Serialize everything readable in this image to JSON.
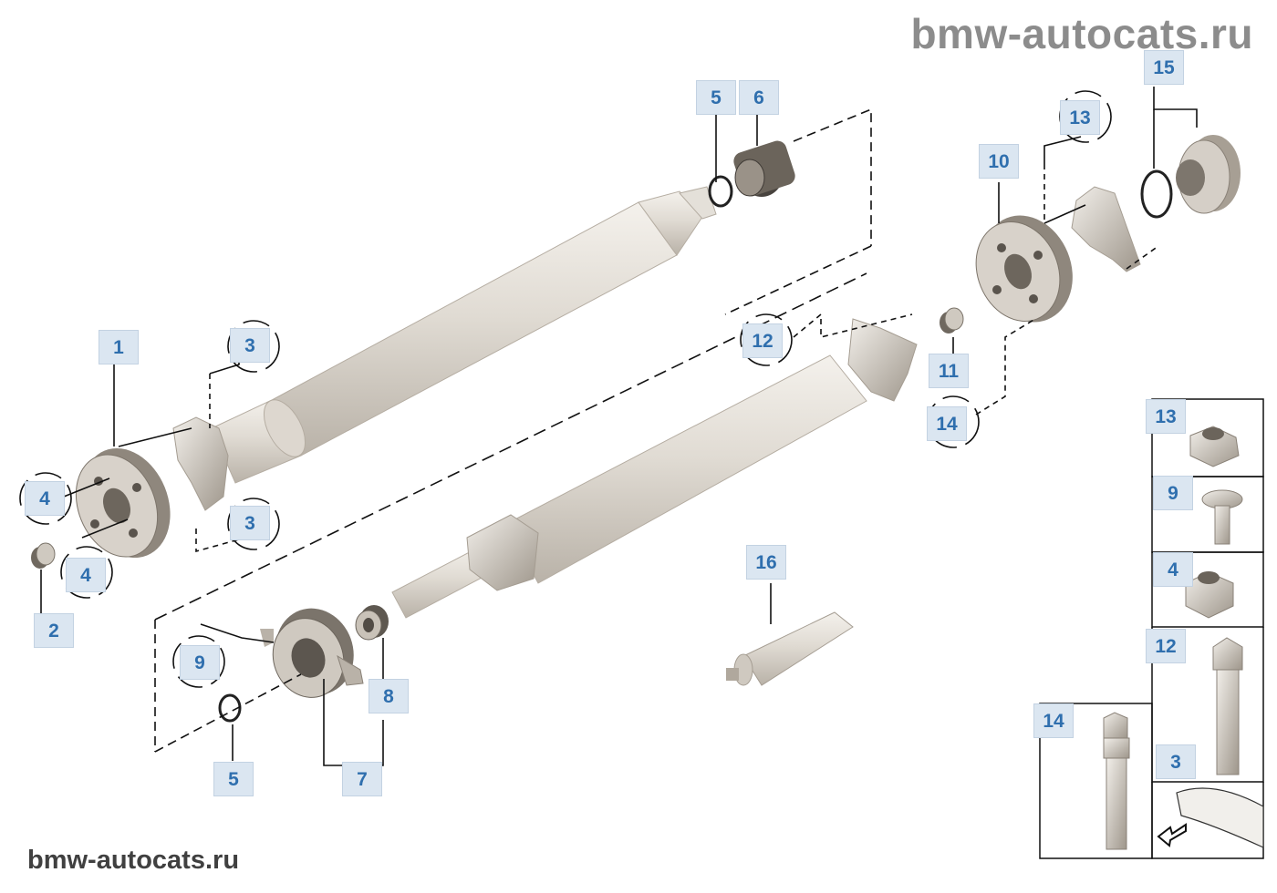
{
  "watermark": {
    "top": "bmw-autocats.ru",
    "bottom": "bmw-autocats.ru"
  },
  "callouts": {
    "c1": "1",
    "c2": "2",
    "c3a": "3",
    "c3b": "3",
    "c4a": "4",
    "c4b": "4",
    "c5a": "5",
    "c6": "6",
    "c9a": "9",
    "c5b": "5",
    "c8": "8",
    "c7": "7",
    "c10": "10",
    "c13a": "13",
    "c15": "15",
    "c12a": "12",
    "c11": "11",
    "c14a": "14",
    "c16": "16"
  },
  "sidebar": {
    "s13": "13",
    "s9": "9",
    "s4": "4",
    "s12": "12",
    "s3": "3",
    "s14": "14"
  },
  "colors": {
    "tag_bg": "#dbe6f1",
    "tag_text": "#2f6fae",
    "part": "#e2ddd6",
    "line": "#111111"
  }
}
